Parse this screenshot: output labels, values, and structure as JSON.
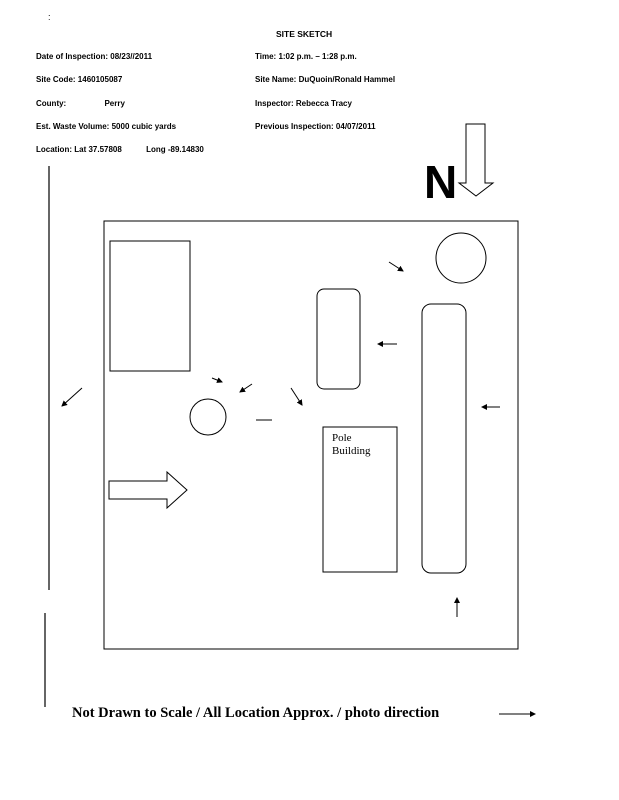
{
  "header": {
    "title": "SITE SKETCH",
    "date_label": "Date of Inspection:",
    "date_value": "08/23//2011",
    "time_label": "Time:",
    "time_value": "1:02 p.m.  –  1:28 p.m.",
    "site_code_label": "Site Code:",
    "site_code_value": "1460105087",
    "site_name_label": "Site Name:",
    "site_name_value": "DuQuoin/Ronald Hammel",
    "county_label": "County:",
    "county_value": "Perry",
    "inspector_label": "Inspector:",
    "inspector_value": "Rebecca Tracy",
    "waste_label": "Est. Waste Volume:",
    "waste_value": "5000 cubic yards",
    "prev_label": "Previous Inspection:",
    "prev_value": "04/07/2011",
    "location_label": "Location:",
    "lat_value": "Lat 37.57808",
    "long_value": "Long -89.14830"
  },
  "north_label": "N",
  "tick_mark": ":",
  "sketch": {
    "pole_building_line1": "Pole",
    "pole_building_line2": "Building"
  },
  "footer": {
    "note": "Not Drawn to Scale / All Location Approx. / photo direction"
  },
  "colors": {
    "ink": "#000000",
    "background": "#ffffff"
  }
}
